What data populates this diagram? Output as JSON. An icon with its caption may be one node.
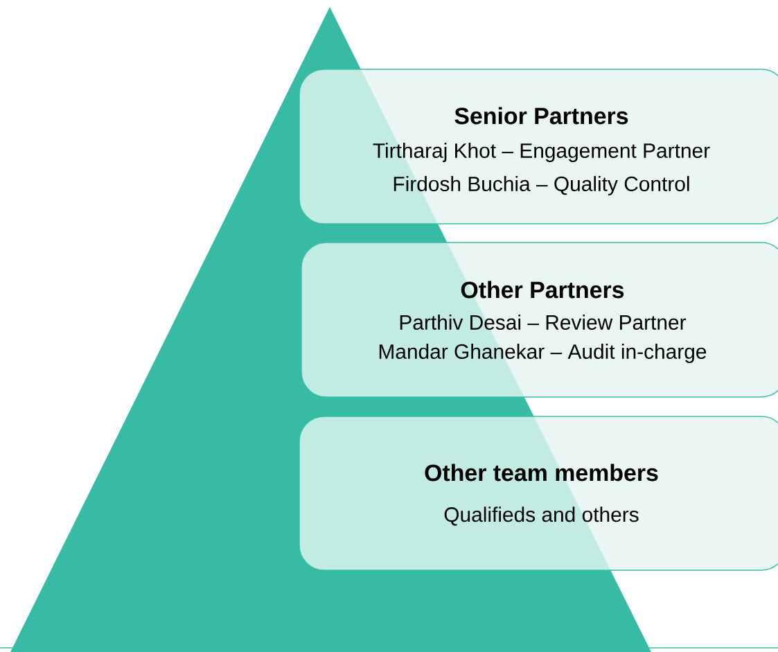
{
  "diagram": {
    "nodes": [
      {
        "text": [
          "Senior Partners",
          "Tirtharaj Khot – Engagement Partner",
          "Firdosh Buchia – Quality Control"
        ]
      },
      {
        "text": [
          "Other Partners",
          "Parthiv Desai – Review Partner",
          "Mandar Ghanekar – Audit in-charge"
        ]
      },
      {
        "text": [
          "Other team members",
          "Qualifieds and others"
        ]
      }
    ]
  }
}
